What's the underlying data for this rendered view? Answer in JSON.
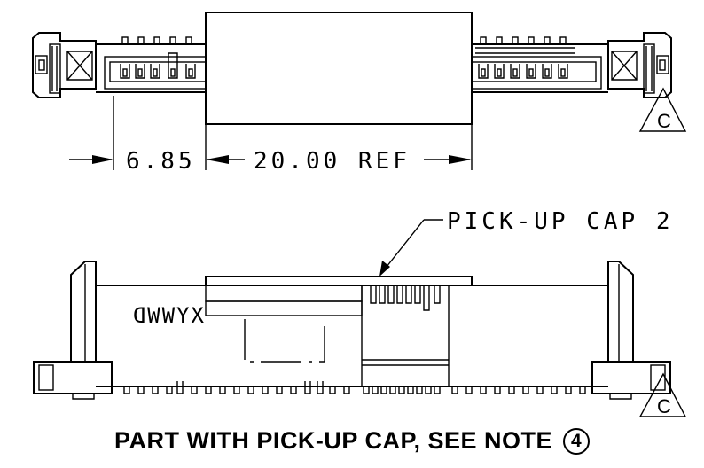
{
  "dimensions": {
    "left": "6.85",
    "ref": "20.00 REF"
  },
  "callout": "PICK-UP CAP 2",
  "revision_mark": "C",
  "part_marking": "XYWWD",
  "caption": {
    "text": "PART WITH PICK-UP CAP, SEE NOTE",
    "note_number": "4"
  }
}
